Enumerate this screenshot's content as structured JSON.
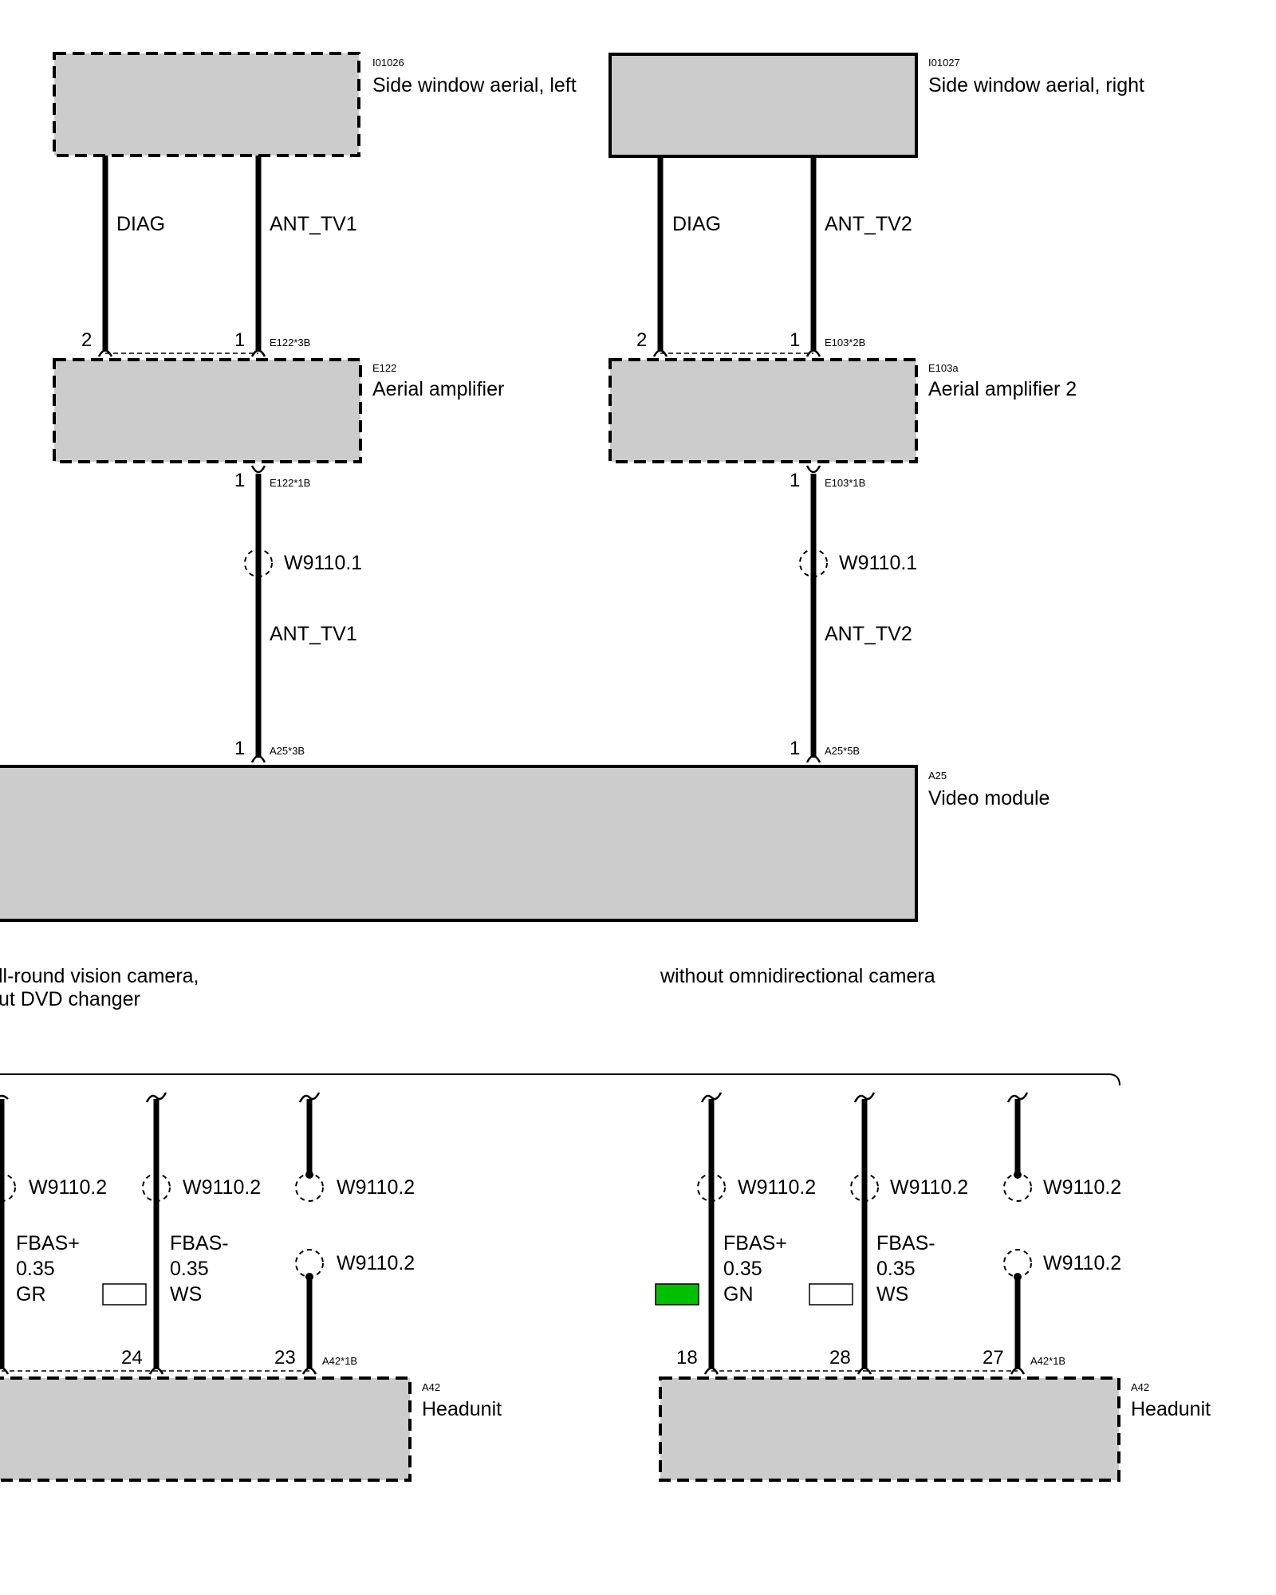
{
  "components": {
    "aerial_left": {
      "id": "I01026",
      "name": "Side window aerial, left"
    },
    "aerial_right": {
      "id": "I01027",
      "name": "Side window aerial, right"
    },
    "amp_left": {
      "id": "E122",
      "name": "Aerial amplifier"
    },
    "amp_right": {
      "id": "E103a",
      "name": "Aerial amplifier 2"
    },
    "video_module": {
      "id": "A25",
      "name": "Video module"
    },
    "headunit_left": {
      "id": "A42",
      "name": "Headunit"
    },
    "headunit_right": {
      "id": "A42",
      "name": "Headunit"
    }
  },
  "wires": {
    "diag_left": "DIAG",
    "ant_tv1_top": "ANT_TV1",
    "diag_right": "DIAG",
    "ant_tv2_top": "ANT_TV2",
    "ant_tv1_bottom": "ANT_TV1",
    "ant_tv2_bottom": "ANT_TV2"
  },
  "connectors": {
    "e122_3b": "E122*3B",
    "e103_2b": "E103*2B",
    "e122_1b": "E122*1B",
    "e103_1b": "E103*1B",
    "a25_3b": "A25*3B",
    "a25_5b": "A25*5B",
    "a42_1b_left": "A42*1B",
    "a42_1b_right": "A42*1B"
  },
  "pins": {
    "amp_left_2": "2",
    "amp_left_1": "1",
    "amp_right_2": "2",
    "amp_right_1": "1",
    "amp_left_out": "1",
    "amp_right_out": "1",
    "vm_left": "1",
    "vm_right": "1",
    "hu_left_24": "24",
    "hu_left_23": "23",
    "hu_right_18": "18",
    "hu_right_28": "28",
    "hu_right_27": "27"
  },
  "cables": {
    "w9110_1_left": "W9110.1",
    "w9110_1_right": "W9110.1",
    "w9110_2": "W9110.2"
  },
  "conditions": {
    "left_line1": "ll-round vision camera,",
    "left_line2": "ut DVD changer",
    "right": "without omnidirectional camera"
  },
  "headunit_wires": {
    "left": [
      {
        "signal": "FBAS+",
        "size": "0.35",
        "color_code": "GR"
      },
      {
        "signal": "FBAS-",
        "size": "0.35",
        "color_code": "WS"
      }
    ],
    "right": [
      {
        "signal": "FBAS+",
        "size": "0.35",
        "color_code": "GN"
      },
      {
        "signal": "FBAS-",
        "size": "0.35",
        "color_code": "WS"
      }
    ]
  },
  "colors": {
    "box_fill": "#cccccc",
    "green_swatch": "#00c000",
    "white_swatch": "#ffffff"
  }
}
